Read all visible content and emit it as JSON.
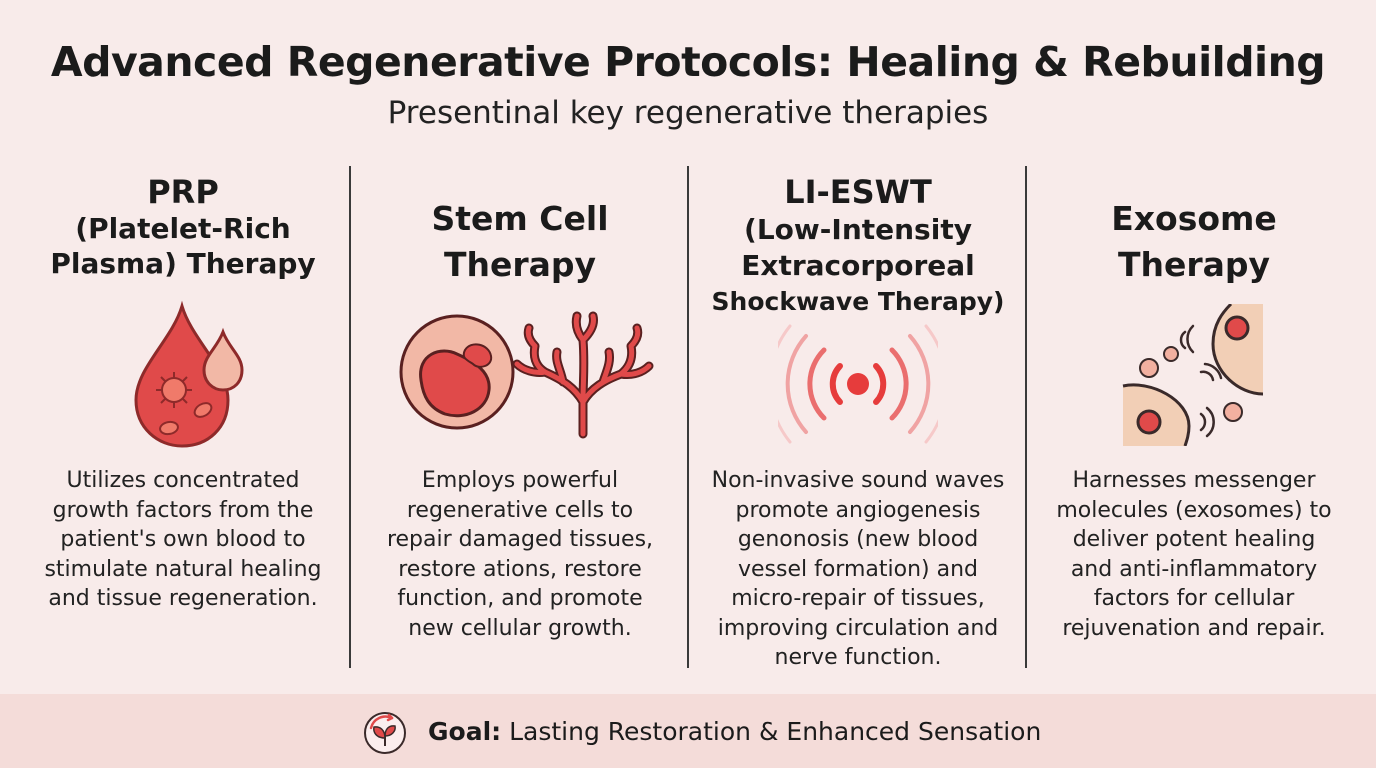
{
  "title": "Advanced Regenerative Protocols: Healing & Rebuilding",
  "subtitle": "Presentinal key regenerative therapies",
  "therapies": [
    {
      "heading": [
        "PRP",
        "(Platelet-Rich",
        "Plasma) Therapy"
      ],
      "description": [
        "Utilizes concentrated",
        "growth factors from the",
        "patient's own blood to",
        "stimulate natural healing",
        "and tissue regeneration."
      ],
      "icon": "blood-drop-platelet-icon"
    },
    {
      "heading": [
        "Stem Cell",
        "Therapy"
      ],
      "description": [
        "Employs powerful",
        "regenerative cells to",
        "repair damaged tissues,",
        "restore ations, restore",
        "function, and promote",
        "new cellular growth."
      ],
      "icon": "stem-cell-branch-icon"
    },
    {
      "heading": [
        "LI-ESWT",
        "(Low-Intensity",
        "Extracorporeal",
        "Shockwave Therapy)"
      ],
      "description": [
        "Non-invasive sound waves",
        "promote angiogenesis",
        "genonosis (new blood",
        "vessel formation) and",
        "micro-repair of tissues,",
        "improving circulation and",
        "nerve function."
      ],
      "icon": "shockwave-icon"
    },
    {
      "heading": [
        "Exosome",
        "Therapy"
      ],
      "description": [
        "Harnesses messenger",
        "molecules (exosomes) to",
        "deliver potent healing",
        "and anti-inflammatory",
        "factors for cellular",
        "rejuvenation and repair."
      ],
      "icon": "exosome-signaling-icon"
    }
  ],
  "footer": {
    "goal_label": "Goal:",
    "goal_text": " Lasting Restoration & Enhanced Sensation",
    "icon": "heart-leaf-icon"
  },
  "colors": {
    "background": "#f8ebea",
    "accent_red": "#e04a4a",
    "dark_red": "#b83434",
    "peach": "#f2b8a6",
    "footer_bg": "#f4dcd9"
  }
}
